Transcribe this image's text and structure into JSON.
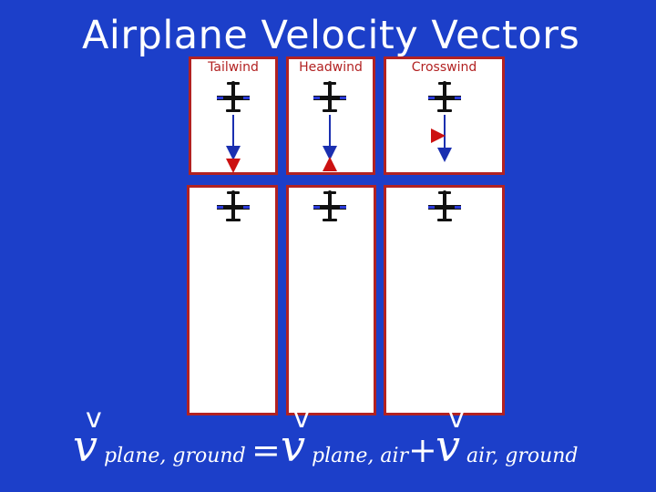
{
  "title": "Airplane Velocity Vectors",
  "panels": [
    {
      "label": "Tailwind",
      "wind_direction": "down"
    },
    {
      "label": "Headwind",
      "wind_direction": "up"
    },
    {
      "label": "Crosswind",
      "wind_direction": "right"
    }
  ],
  "equation": {
    "hat_symbol": "v",
    "v_symbol": "v",
    "lhs_subscript": "plane, ground",
    "equals": "=",
    "term1_subscript": "plane, air",
    "plus": "+",
    "term2_subscript": "air, ground"
  },
  "colors": {
    "background": "#1c3fc9",
    "panel_border": "#b22222",
    "plane_velocity_arrow": "#1a2fb0",
    "wind_arrow": "#cc1111",
    "text": "#ffffff"
  },
  "icons": [
    "airplane-icon",
    "arrow-icon"
  ]
}
